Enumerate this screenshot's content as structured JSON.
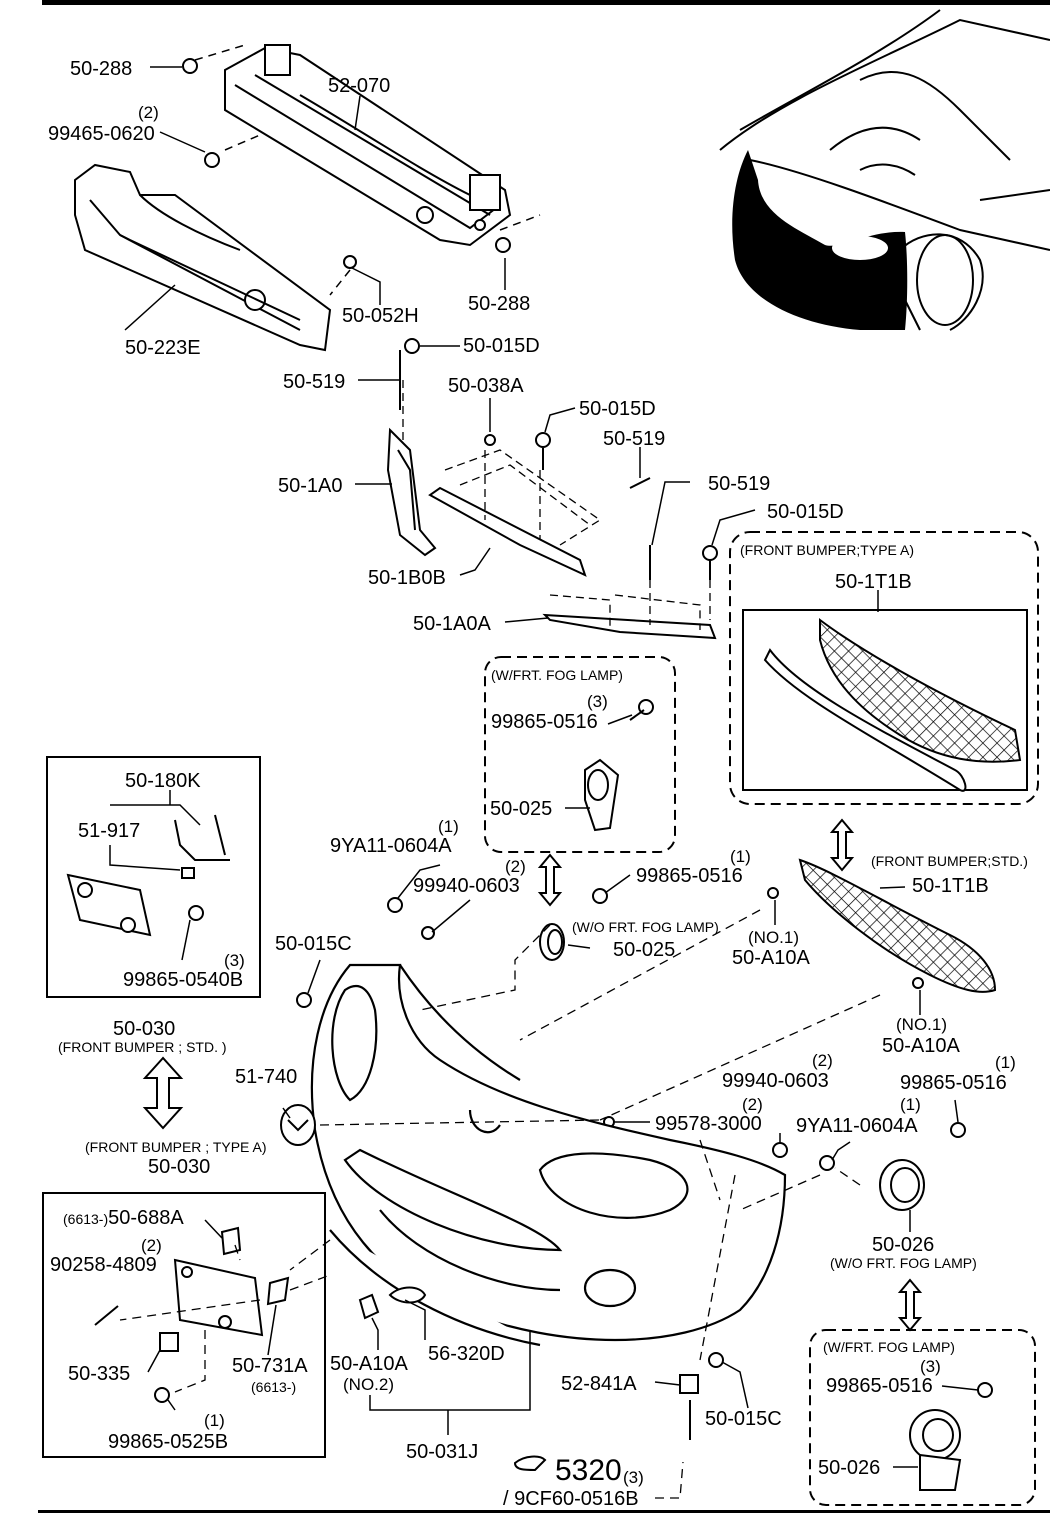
{
  "parts": {
    "p50_288_top": "50-288",
    "p52_070": "52-070",
    "q2_a": "(2)",
    "p99465_0620": "99465-0620",
    "p50_288_right": "50-288",
    "p50_052h": "50-052H",
    "p50_223e": "50-223E",
    "p50_015d_a": "50-015D",
    "p50_519_a": "50-519",
    "p50_038a": "50-038A",
    "p50_015d_b": "50-015D",
    "p50_519_b": "50-519",
    "p50_1a0": "50-1A0",
    "p50_519_c": "50-519",
    "p50_015d_c": "50-015D",
    "p50_1b0b": "50-1B0B",
    "p50_1a0a": "50-1A0A",
    "p50_1t1b_a": "50-1T1B",
    "p50_180k": "50-180K",
    "p51_917": "51-917",
    "q3_a": "(3)",
    "p99865_0540b": "99865-0540B",
    "q1_a": "(1)",
    "p9ya11_0604a_a": "9YA11-0604A",
    "q2_b": "(2)",
    "p99940_0603_a": "99940-0603",
    "q1_b": "(1)",
    "p99865_0516_a": "99865-0516",
    "p50_015c_a": "50-015C",
    "p50_025_b": "50-025",
    "no1_a": "(NO.1)",
    "p50_a10a_a": "50-A10A",
    "p50_1t1b_b": "50-1T1B",
    "no1_b": "(NO.1)",
    "p50_a10a_b": "50-A10A",
    "q3_b": "(3)",
    "p99865_0516_b": "99865-0516",
    "p50_025_a": "50-025",
    "p50_030_a": "50-030",
    "p51_740": "51-740",
    "q2_c": "(2)",
    "p99940_0603_b": "99940-0603",
    "q1_c": "(1)",
    "p99865_0516_c": "99865-0516",
    "q2_d": "(2)",
    "p99578_3000": "99578-3000",
    "q1_d": "(1)",
    "p9ya11_0604a_b": "9YA11-0604A",
    "p50_030_b": "50-030",
    "p6613_50_688a": "(6613-)50-688A",
    "q2_e": "(2)",
    "p90258_4809": "90258-4809",
    "p50_026_a": "50-026",
    "p50_335": "50-335",
    "p50_731a": "50-731A",
    "note6613": "(6613-)",
    "p50_a10a_c": "50-A10A",
    "no2": "(NO.2)",
    "p56_320d": "56-320D",
    "p52_841a": "52-841A",
    "p50_015c_b": "50-015C",
    "q1_e": "(1)",
    "p99865_0525b": "99865-0525B",
    "p50_031j": "50-031J",
    "p5320": "5320",
    "q3_c": "(3)",
    "p9cf60_0516b": "/ 9CF60-0516B",
    "q3_d": "(3)",
    "p99865_0516_d": "99865-0516",
    "p50_026_b": "50-026"
  },
  "notes": {
    "wfrt_fog_lamp_a": "(W/FRT. FOG LAMP)",
    "front_bumper_type_a_a": "(FRONT BUMPER;TYPE A)",
    "front_bumper_std_a": "(FRONT BUMPER;STD.)",
    "wo_frt_fog_lamp_a": "(W/O FRT. FOG LAMP)",
    "front_bumper_std_b": "(FRONT BUMPER ; STD. )",
    "front_bumper_type_a_b": "(FRONT BUMPER ; TYPE A)",
    "wo_frt_fog_lamp_b": "(W/O FRT. FOG LAMP)",
    "wfrt_fog_lamp_b": "(W/FRT. FOG LAMP)"
  }
}
